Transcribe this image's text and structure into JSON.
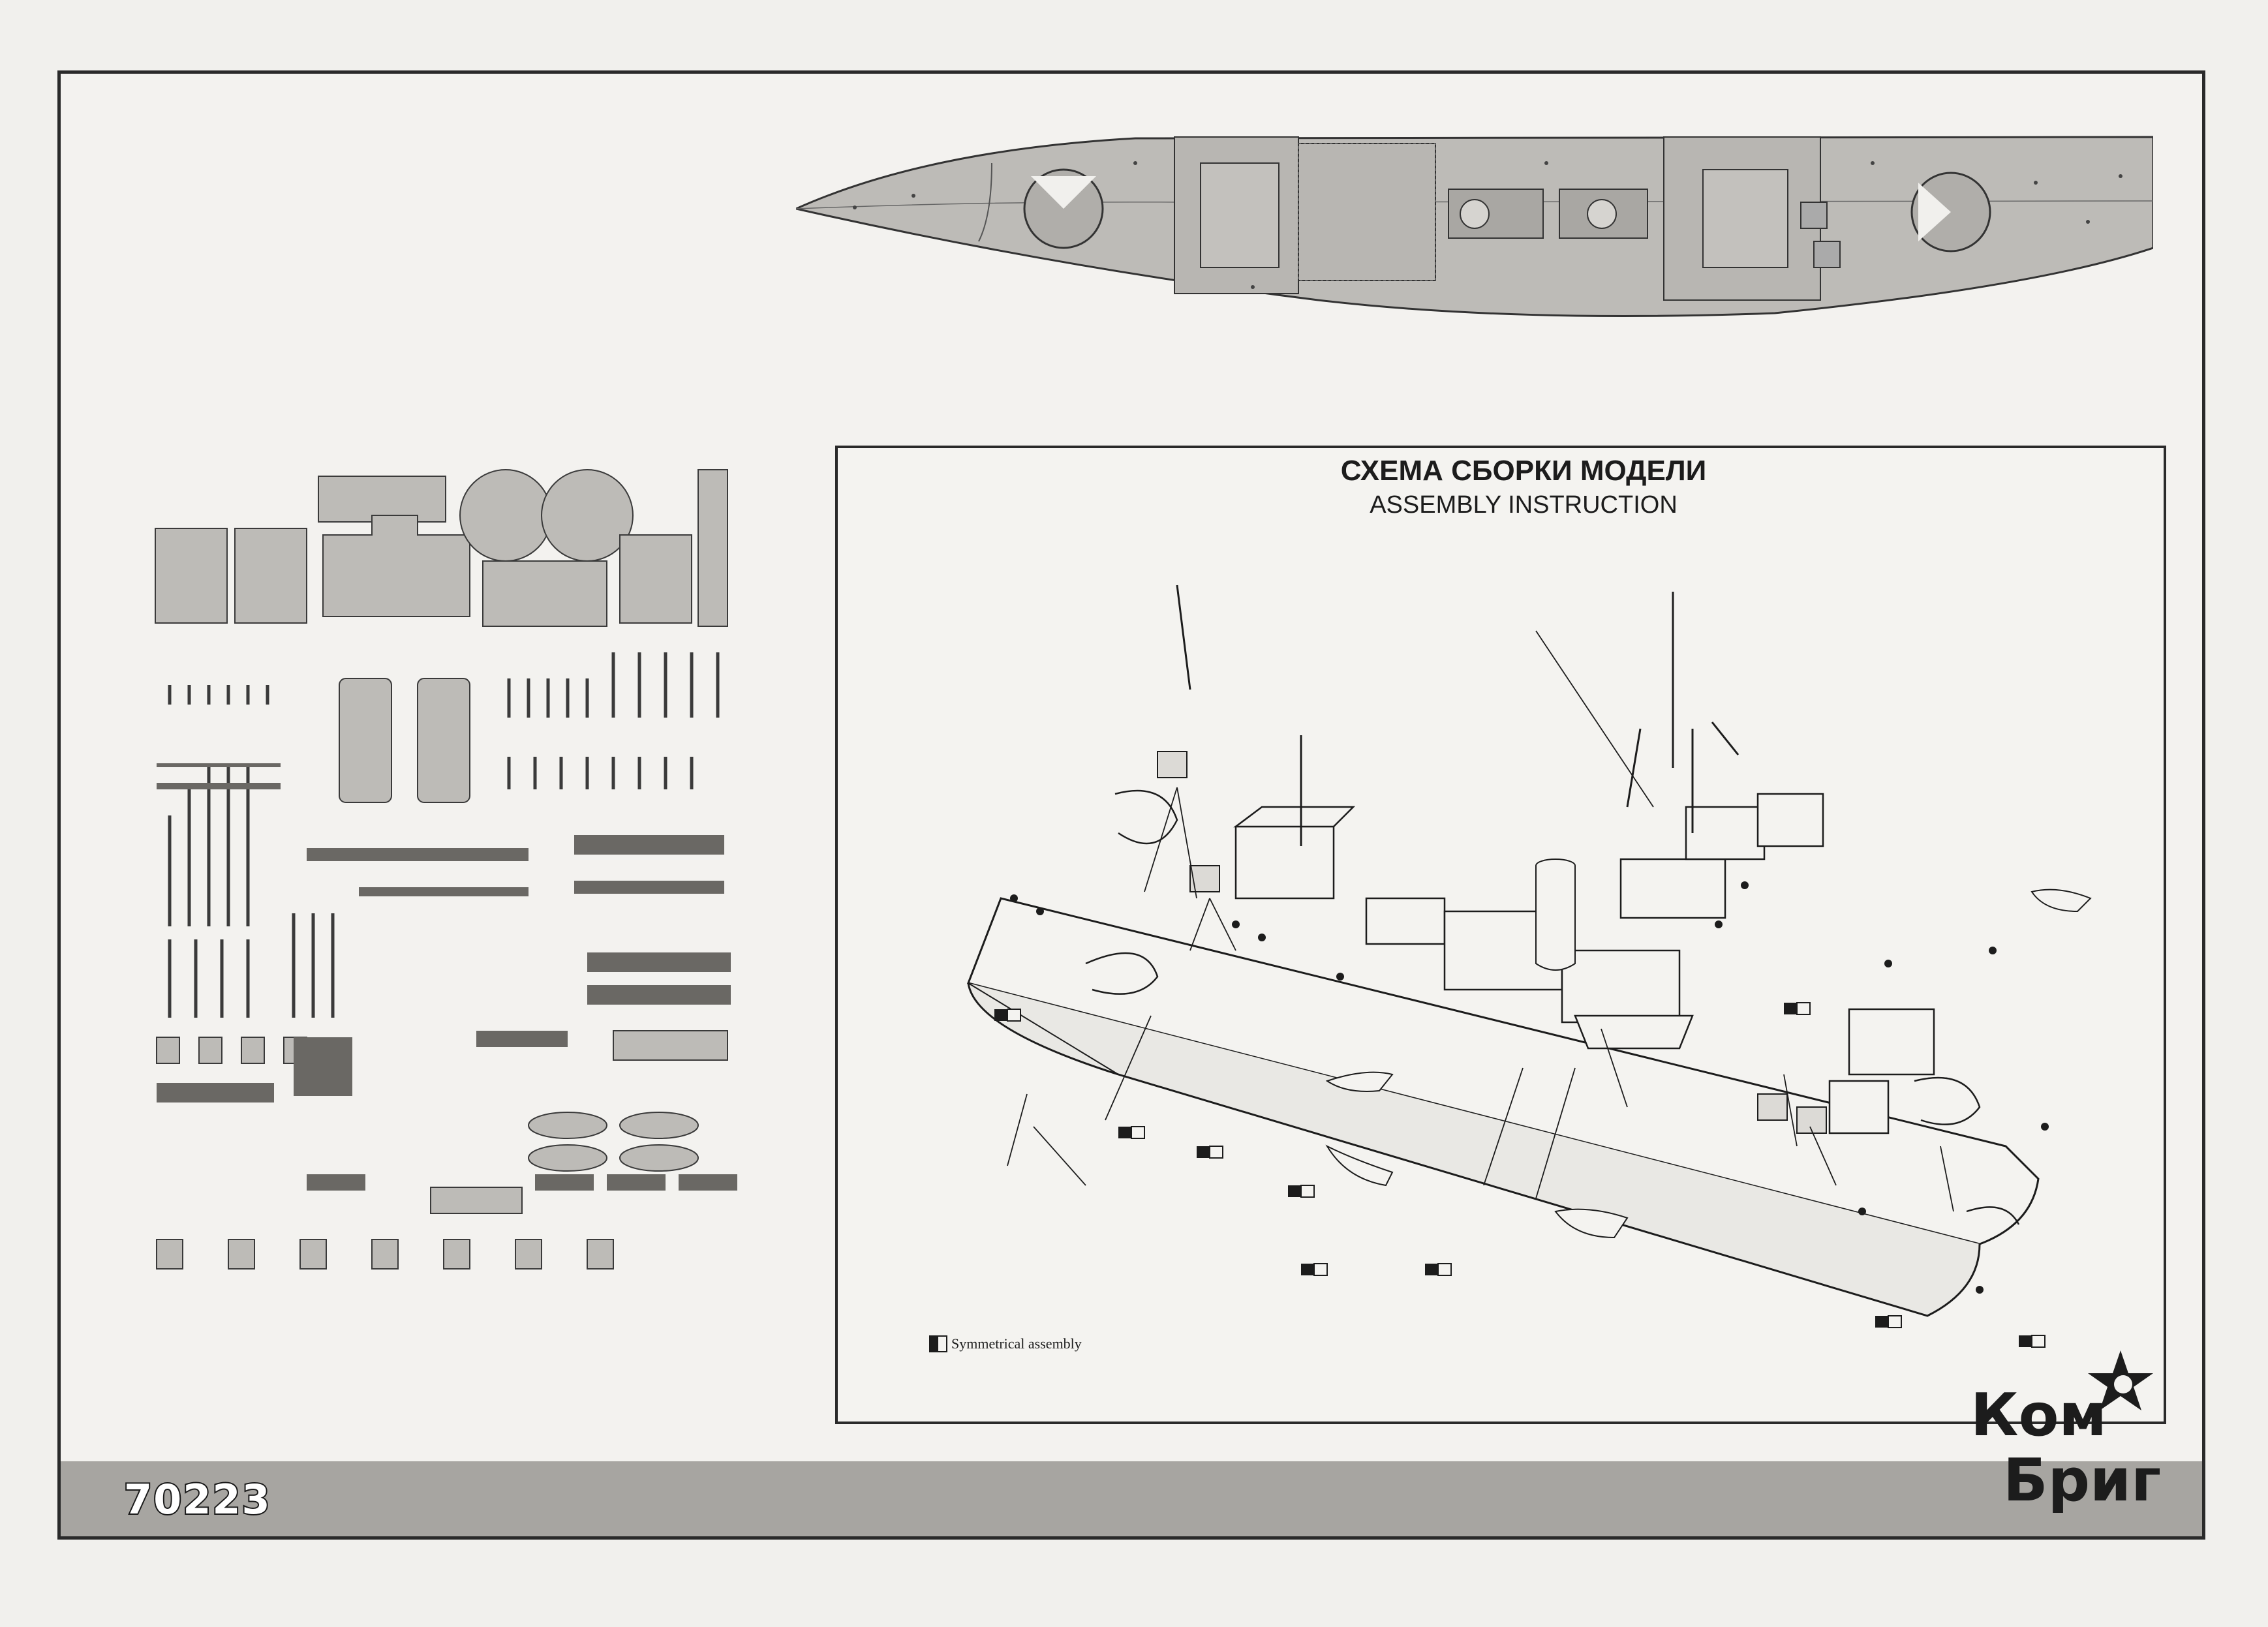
{
  "document": {
    "product_code": "70223",
    "instructions": {
      "title_ru": "СХЕМА СБОРКИ МОДЕЛИ",
      "title_en": "ASSEMBLY INSTRUCTION"
    },
    "legend": {
      "label": "Symmetrical assembly",
      "icon": "symmetrical-assembly-icon"
    },
    "logo": {
      "line1": "Ком",
      "line2": "Бриг",
      "badge": "star-icon"
    }
  },
  "colors": {
    "background": "#f1f0ed",
    "frame": "#2a2a2a",
    "footer_bar": "#a7a5a1",
    "part_fill": "#bdbbb7",
    "line": "#1c1c1c"
  }
}
